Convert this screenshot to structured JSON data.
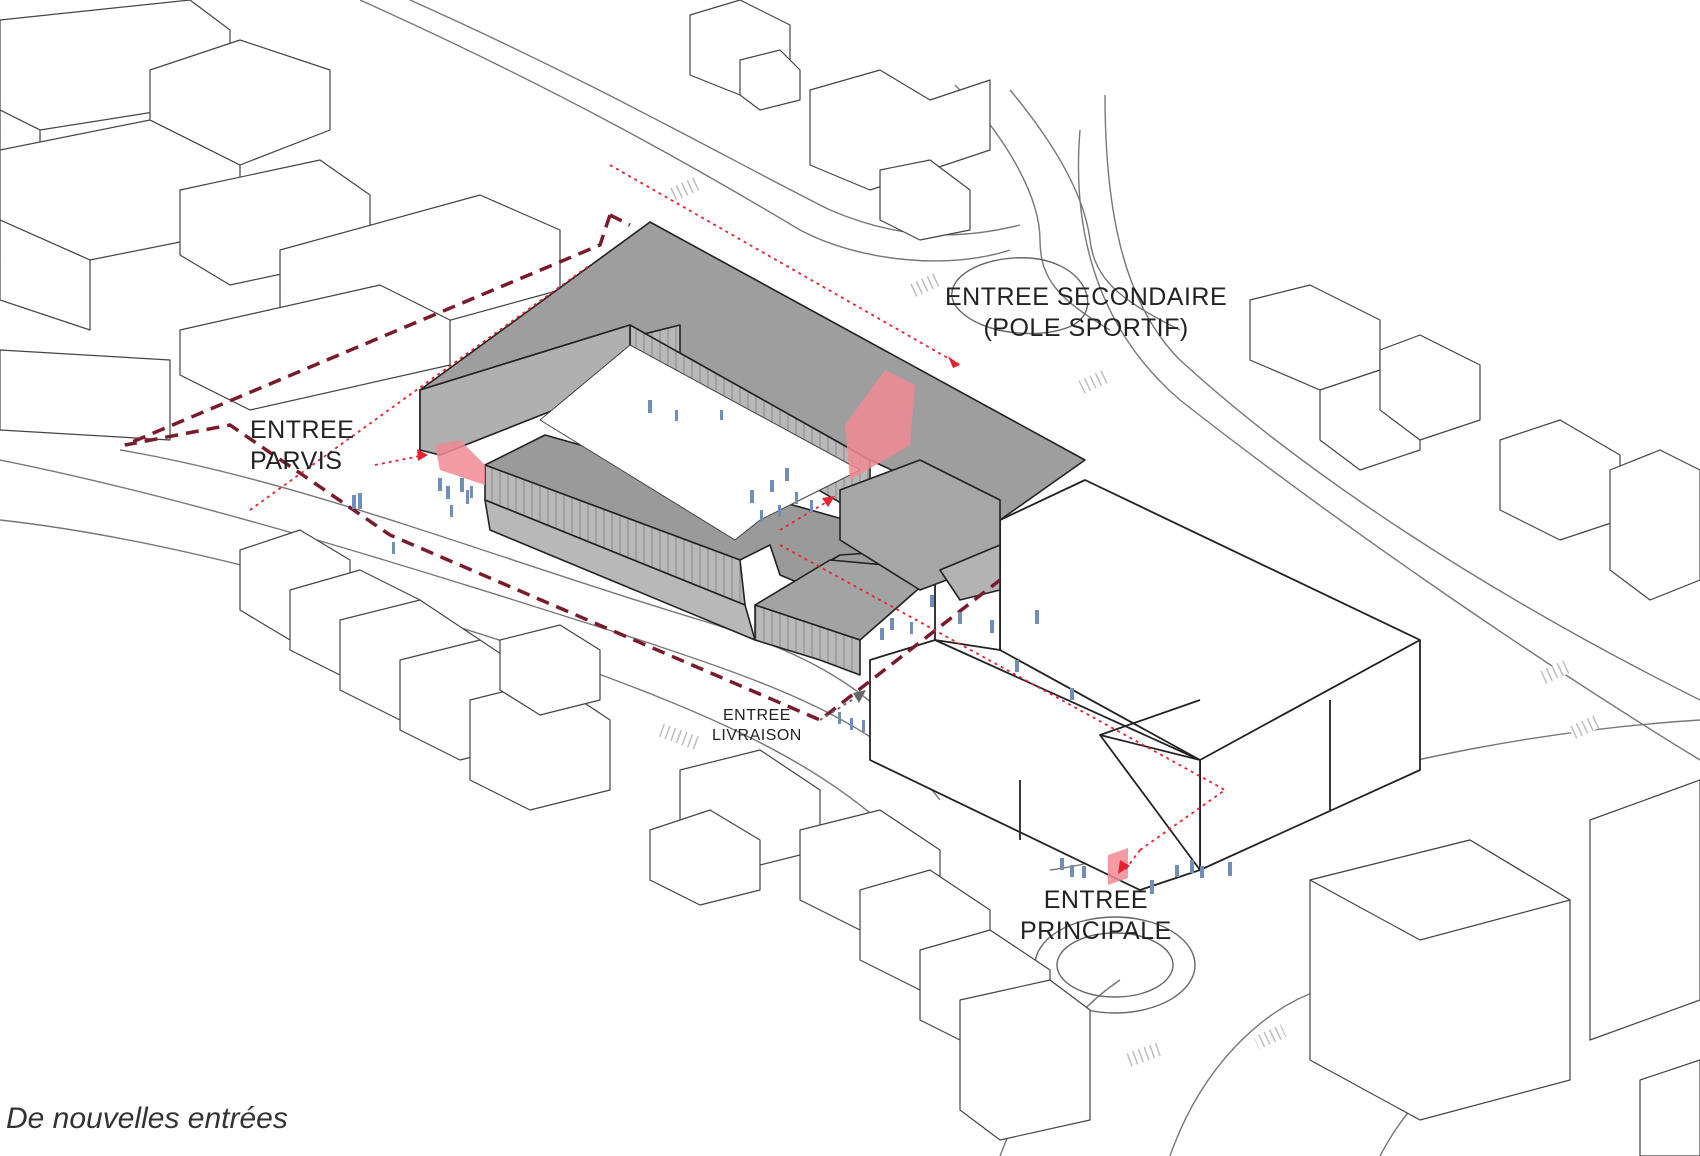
{
  "labels": {
    "entree_secondaire_line1": "ENTREE SECONDAIRE",
    "entree_secondaire_line2": "(POLE SPORTIF)",
    "entree_parvis_line1": "ENTREE",
    "entree_parvis_line2": "PARVIS",
    "entree_livraison_line1": "ENTREE",
    "entree_livraison_line2": "LIVRAISON",
    "entree_principale_line1": "ENTREE",
    "entree_principale_line2": "PRINCIPALE"
  },
  "caption": "De nouvelles entrées",
  "colors": {
    "roof_grey": "#9e9e9e",
    "facade_grey": "#b5b5b5",
    "entrance_red": "#f08a93",
    "path_red": "#e8202f",
    "perimeter_maroon": "#7a1b2c",
    "people_blue": "#6f8fb8",
    "outline": "#333333"
  }
}
